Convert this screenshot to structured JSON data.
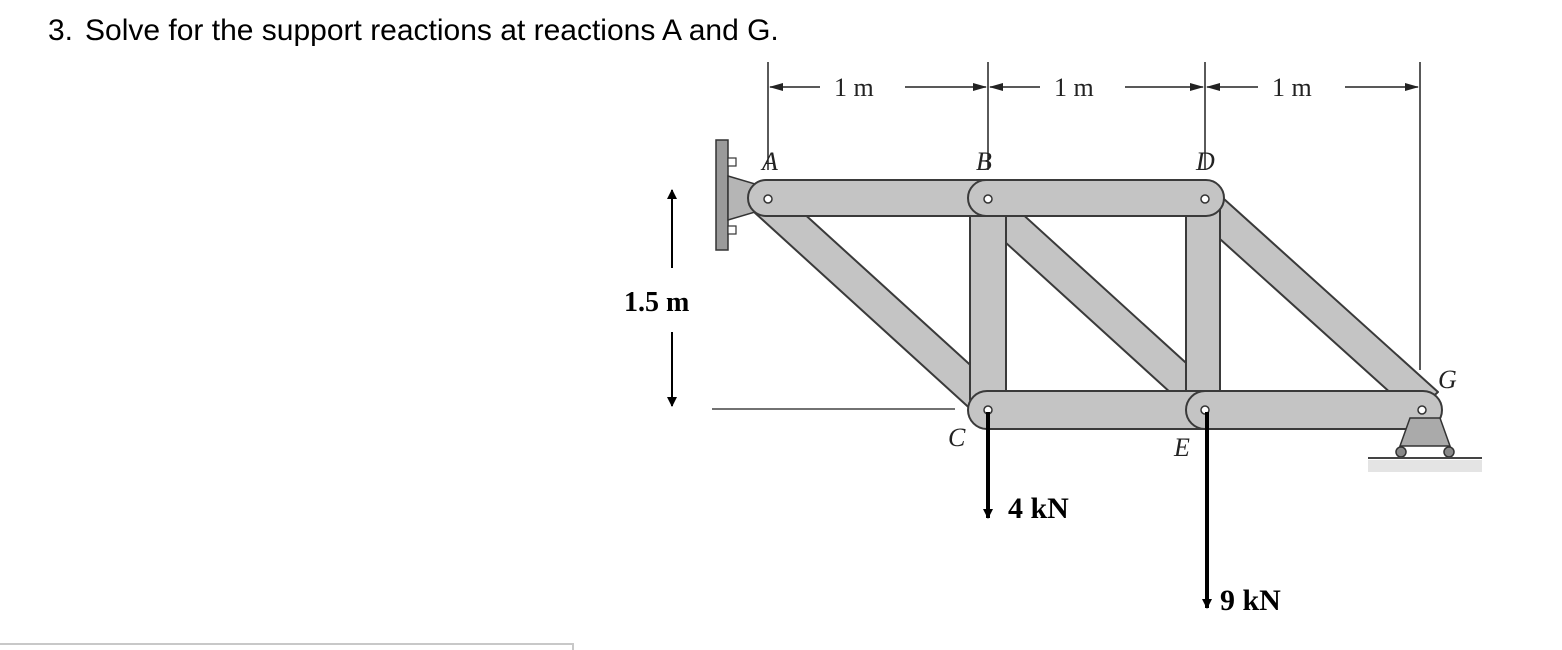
{
  "question": {
    "number": "3.",
    "text": "Solve for the support reactions at reactions A and G."
  },
  "diagram": {
    "dimensions": {
      "span1": "1 m",
      "span2": "1 m",
      "span3": "1 m",
      "height": "1.5 m"
    },
    "nodes": {
      "A": "A",
      "B": "B",
      "C": "C",
      "D": "D",
      "E": "E",
      "G": "G"
    },
    "loads": {
      "load_c": "4 kN",
      "load_e": "9 kN"
    },
    "colors": {
      "member_fill": "#c4c4c4",
      "member_stroke": "#3a3a3a",
      "support_fill": "#9a9a9a"
    }
  }
}
